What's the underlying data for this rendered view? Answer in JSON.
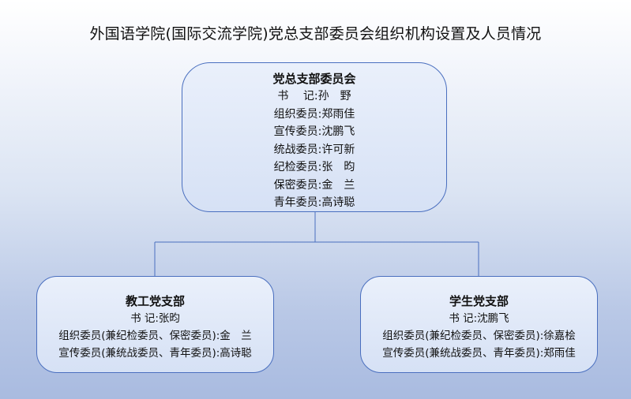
{
  "title": "外国语学院(国际交流学院)党总支部委员会组织机构设置及人员情况",
  "committee": {
    "name": "党总支部委员会",
    "members": [
      "书　 记:孙　野",
      "组织委员:郑雨佳",
      "宣传委员:沈鹏飞",
      "统战委员:许可新",
      "纪检委员:张　昀",
      "保密委员:金　兰",
      "青年委员:高诗聪"
    ]
  },
  "branches": [
    {
      "name": "教工党支部",
      "members": [
        "书 记:张昀",
        "组织委员(兼纪检委员、保密委员):金　兰",
        "宣传委员(兼统战委员、青年委员):高诗聪"
      ]
    },
    {
      "name": "学生党支部",
      "members": [
        "书 记:沈鹏飞",
        "组织委员(兼纪检委员、保密委员):徐嘉桧",
        "宣传委员(兼统战委员、青年委员):郑雨佳"
      ]
    }
  ],
  "colors": {
    "border": "#4a6fbf",
    "connector": "#4a6fbf",
    "box_fill": "#dfe7f7"
  }
}
